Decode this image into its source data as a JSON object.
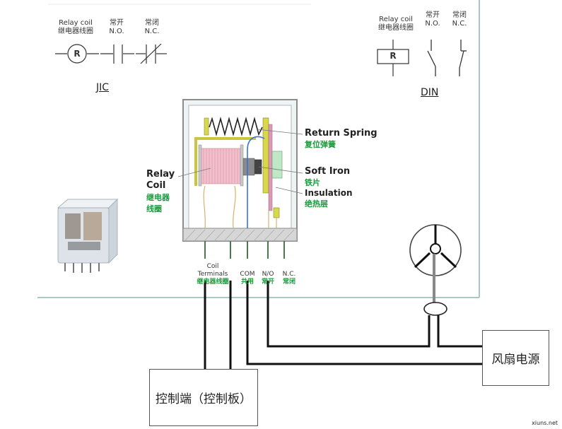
{
  "jic": {
    "title": "JIC",
    "coil_label_en": "Relay coil",
    "coil_label_zh": "继电器线圈",
    "no_label_zh": "常开",
    "no_label_en": "N.O.",
    "nc_label_zh": "常闭",
    "nc_label_en": "N.C.",
    "coil_letter": "R"
  },
  "din": {
    "title": "DIN",
    "coil_label_en": "Relay coil",
    "coil_label_zh": "继电器线圈",
    "no_label_zh": "常开",
    "no_label_en": "N.O.",
    "nc_label_zh": "常闭",
    "nc_label_en": "N.C.",
    "coil_letter": "R"
  },
  "relay": {
    "return_spring_en": "Return Spring",
    "return_spring_zh": "复位弹簧",
    "soft_iron_en": "Soft Iron",
    "soft_iron_zh": "铁片",
    "insulation_en": "Insulation",
    "insulation_zh": "绝热层",
    "coil_en_1": "Relay",
    "coil_en_2": "Coil",
    "coil_zh_1": "继电器",
    "coil_zh_2": "线圈"
  },
  "terminals": {
    "coil_en_1": "Coil",
    "coil_en_2": "Terminals",
    "coil_zh": "继电器线圈",
    "com_en": "COM",
    "com_zh": "共用",
    "no_en": "N/O",
    "no_zh": "常开",
    "nc_en": "N.C.",
    "nc_zh": "常闭"
  },
  "boxes": {
    "controller": "控制端（控制板）",
    "fan_power": "风扇电源"
  },
  "watermark": "xiuns.net",
  "colors": {
    "panel_border": "#a8c8c8",
    "relay_frame": "#999999",
    "coil": "#f2c0cc",
    "spring_frame": "#d8d84a",
    "green_text": "#1a9a3a",
    "wire": "#111111"
  }
}
